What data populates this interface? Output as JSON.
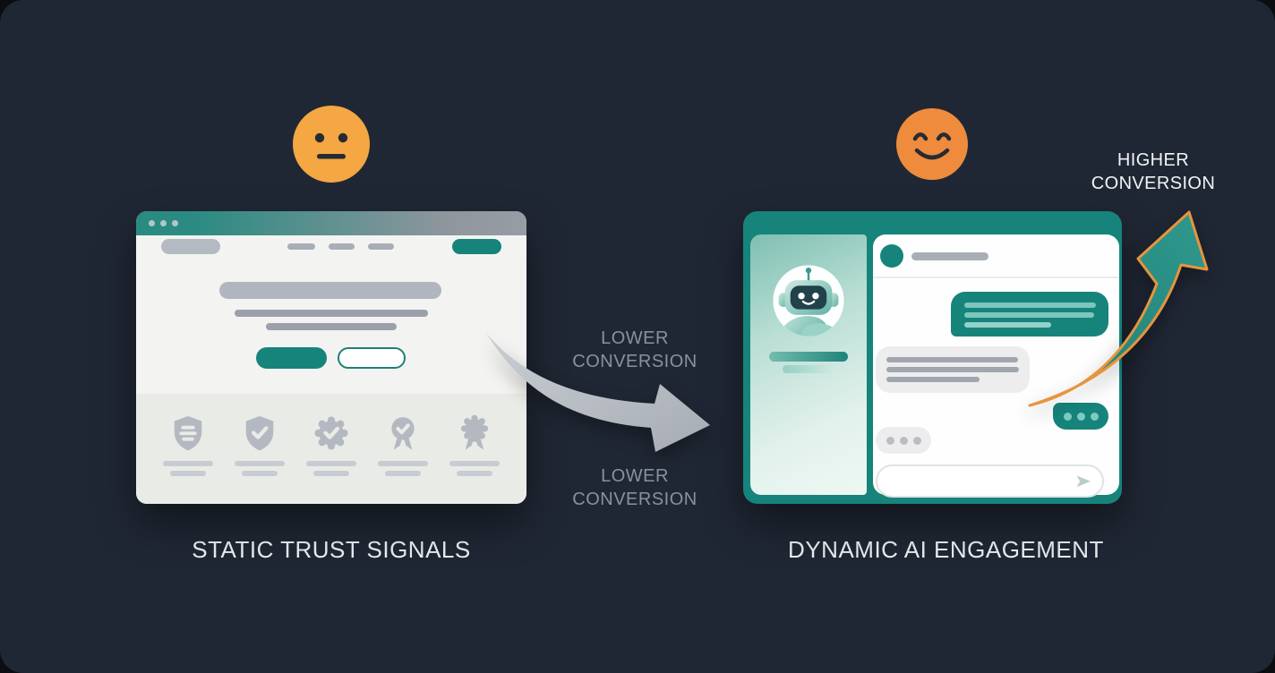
{
  "palette": {
    "canvas_background": "#202734",
    "teal_accent": "#16847b",
    "amber_face": "#f4a742",
    "orange_face": "#ef8b3d",
    "arrow_orange": "#e5953f",
    "placeholder_gray": "#b2b7bf"
  },
  "left": {
    "emoji_icon": "neutral-face-icon",
    "caption": "STATIC TRUST SIGNALS",
    "browser": {
      "window_dots": 3,
      "nav_dashes": 3,
      "trust_badge_icons": [
        "shield-icon",
        "shield-check-icon",
        "seal-check-icon",
        "medal-check-icon",
        "rosette-icon"
      ]
    }
  },
  "flow": {
    "lower_top": "LOWER CONVERSION",
    "lower_bottom": "LOWER CONVERSION",
    "higher": "HIGHER CONVERSION",
    "down_arrow_icon": "curved-down-arrow-icon",
    "up_arrow_icon": "curved-up-arrow-icon"
  },
  "right": {
    "emoji_icon": "smiling-face-icon",
    "caption": "DYNAMIC AI ENGAGEMENT",
    "chat": {
      "bot_typing_dots": 3,
      "user_typing_dots": 3,
      "send_icon": "send-paper-plane-icon"
    }
  }
}
